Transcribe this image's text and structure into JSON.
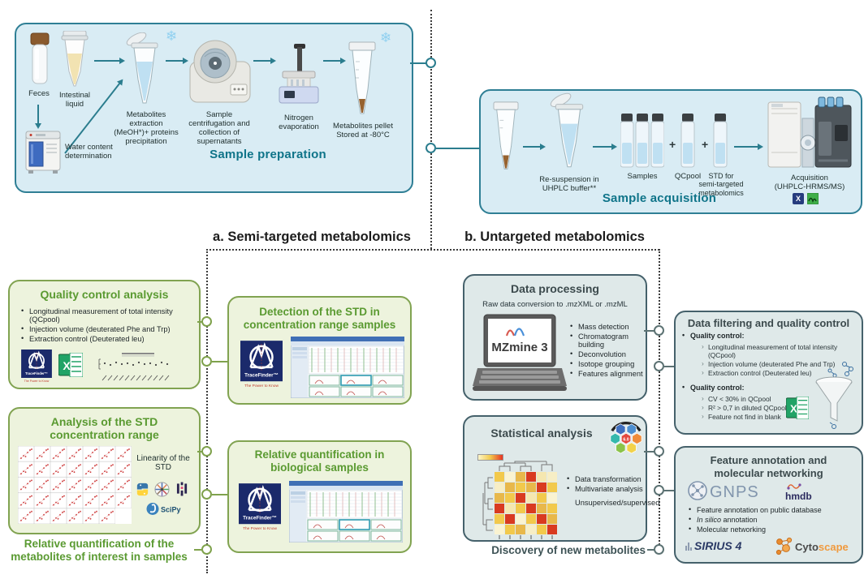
{
  "colors": {
    "teal_accent": "#0f7489",
    "green_accent": "#5a9a31",
    "slate_accent": "#3c4a4d",
    "box_blue": "#d9ecf4",
    "box_green": "#edf3dd",
    "box_gray": "#dfe9e9"
  },
  "prep": {
    "title": "Sample preparation",
    "feces": "Feces",
    "intestinal": "Intestinal\nliquid",
    "extraction": "Metabolites\nextraction\n(MeOH*)+ proteins\nprecipitation",
    "centrifugation": "Sample\ncentrifugation and\ncollection of\nsupernatants",
    "nitrogen": "Nitrogen\nevaporation",
    "pellet": "Metabolites pellet\nStored at -80°C",
    "water": "Water content\ndetermination"
  },
  "acq": {
    "title": "Sample acquisition",
    "resuspension": "Re-suspension in\nUHPLC buffer**",
    "samples": "Samples",
    "qcpool": "QCpool",
    "std": "STD for\nsemi-targeted\nmetabolomics",
    "acquisition": "Acquisition\n(UHPLC-HRMS/MS)",
    "plus": "+"
  },
  "headers": {
    "a": "a. Semi-targeted metabolomics",
    "b": "b. Untargeted metabolomics"
  },
  "qc": {
    "title": "Quality control analysis",
    "bullets": [
      "Longitudinal measurement of total intensity (QCpool)",
      "Injection volume (deuterated Phe and Trp)",
      "Extraction control (Deuterated leu)"
    ]
  },
  "det": {
    "title": "Detection of the STD in\nconcentration range samples"
  },
  "range": {
    "title": "Analysis of the STD\nconcentration range",
    "linearity": "Linearity of the\nSTD",
    "scipy_label": "SciPy"
  },
  "relq": {
    "title": "Relative quantification in\nbiological samples"
  },
  "tracefinder": {
    "name": "TraceFinder™",
    "tagline": "The Power to Know"
  },
  "outcomes": {
    "semi": "Relative quantification of the\nmetabolites of interest in samples",
    "untargeted": "Discovery of new metabolites"
  },
  "dp": {
    "title": "Data processing",
    "subtitle": "Raw data conversion to .mzXML or .mzML",
    "logo": "MZmine 3",
    "bullets": [
      "Mass detection",
      "Chromatogram building",
      "Deconvolution",
      "Isotope grouping",
      "Features alignment"
    ]
  },
  "df": {
    "title": "Data filtering and quality control",
    "qc1_label": "Quality control:",
    "qc1": [
      "Longitudinal measurement of total intensity (QCpool)",
      "Injection volume (deuterated Phe and Trp)",
      "Extraction control (Deuterated leu)"
    ],
    "qc2_label": "Quality control:",
    "qc2": [
      "CV < 30% in QCpool",
      "R² > 0,7 in diluted QCpool",
      "Feature not find in blank"
    ]
  },
  "stat": {
    "title": "Statistical analysis",
    "logo_version": "6.0",
    "bullets": [
      "Data transformation",
      "Multivariate analysis"
    ],
    "continuation": "Unsupervised/supervised",
    "heatmap": [
      [
        "#f2c94c",
        "#faf3d1",
        "#e8b84b",
        "#d93a20",
        "#f5e7b0",
        "#f7eec5"
      ],
      [
        "#f7eec5",
        "#e8b84b",
        "#f2c94c",
        "#e8b84b",
        "#d93a20",
        "#f2c94c"
      ],
      [
        "#e8b84b",
        "#f2c94c",
        "#d93a20",
        "#f5e7b0",
        "#f2c94c",
        "#faf3d1"
      ],
      [
        "#d93a20",
        "#f5e7b0",
        "#f2c94c",
        "#d93a20",
        "#e8b84b",
        "#f2c94c"
      ],
      [
        "#f2c94c",
        "#d93a20",
        "#faf3d1",
        "#f2c94c",
        "#d93a20",
        "#e8b84b"
      ],
      [
        "#faf3d1",
        "#f2c94c",
        "#e8b84b",
        "#f7eec5",
        "#f2c94c",
        "#d93a20"
      ]
    ]
  },
  "fa": {
    "title": "Feature annotation and\nmolecular networking",
    "b0": "Feature annotation on public database",
    "b1_italic": "In silico",
    "b1_rest": " annotation",
    "b2": "Molecular networking",
    "gnps": "GNPS",
    "hmdb": "hmdb",
    "sirius": "SIRIUS 4",
    "cyto_dark": "Cyto",
    "cyto_orange": "scape"
  },
  "icons": {
    "excel_x": "X"
  }
}
